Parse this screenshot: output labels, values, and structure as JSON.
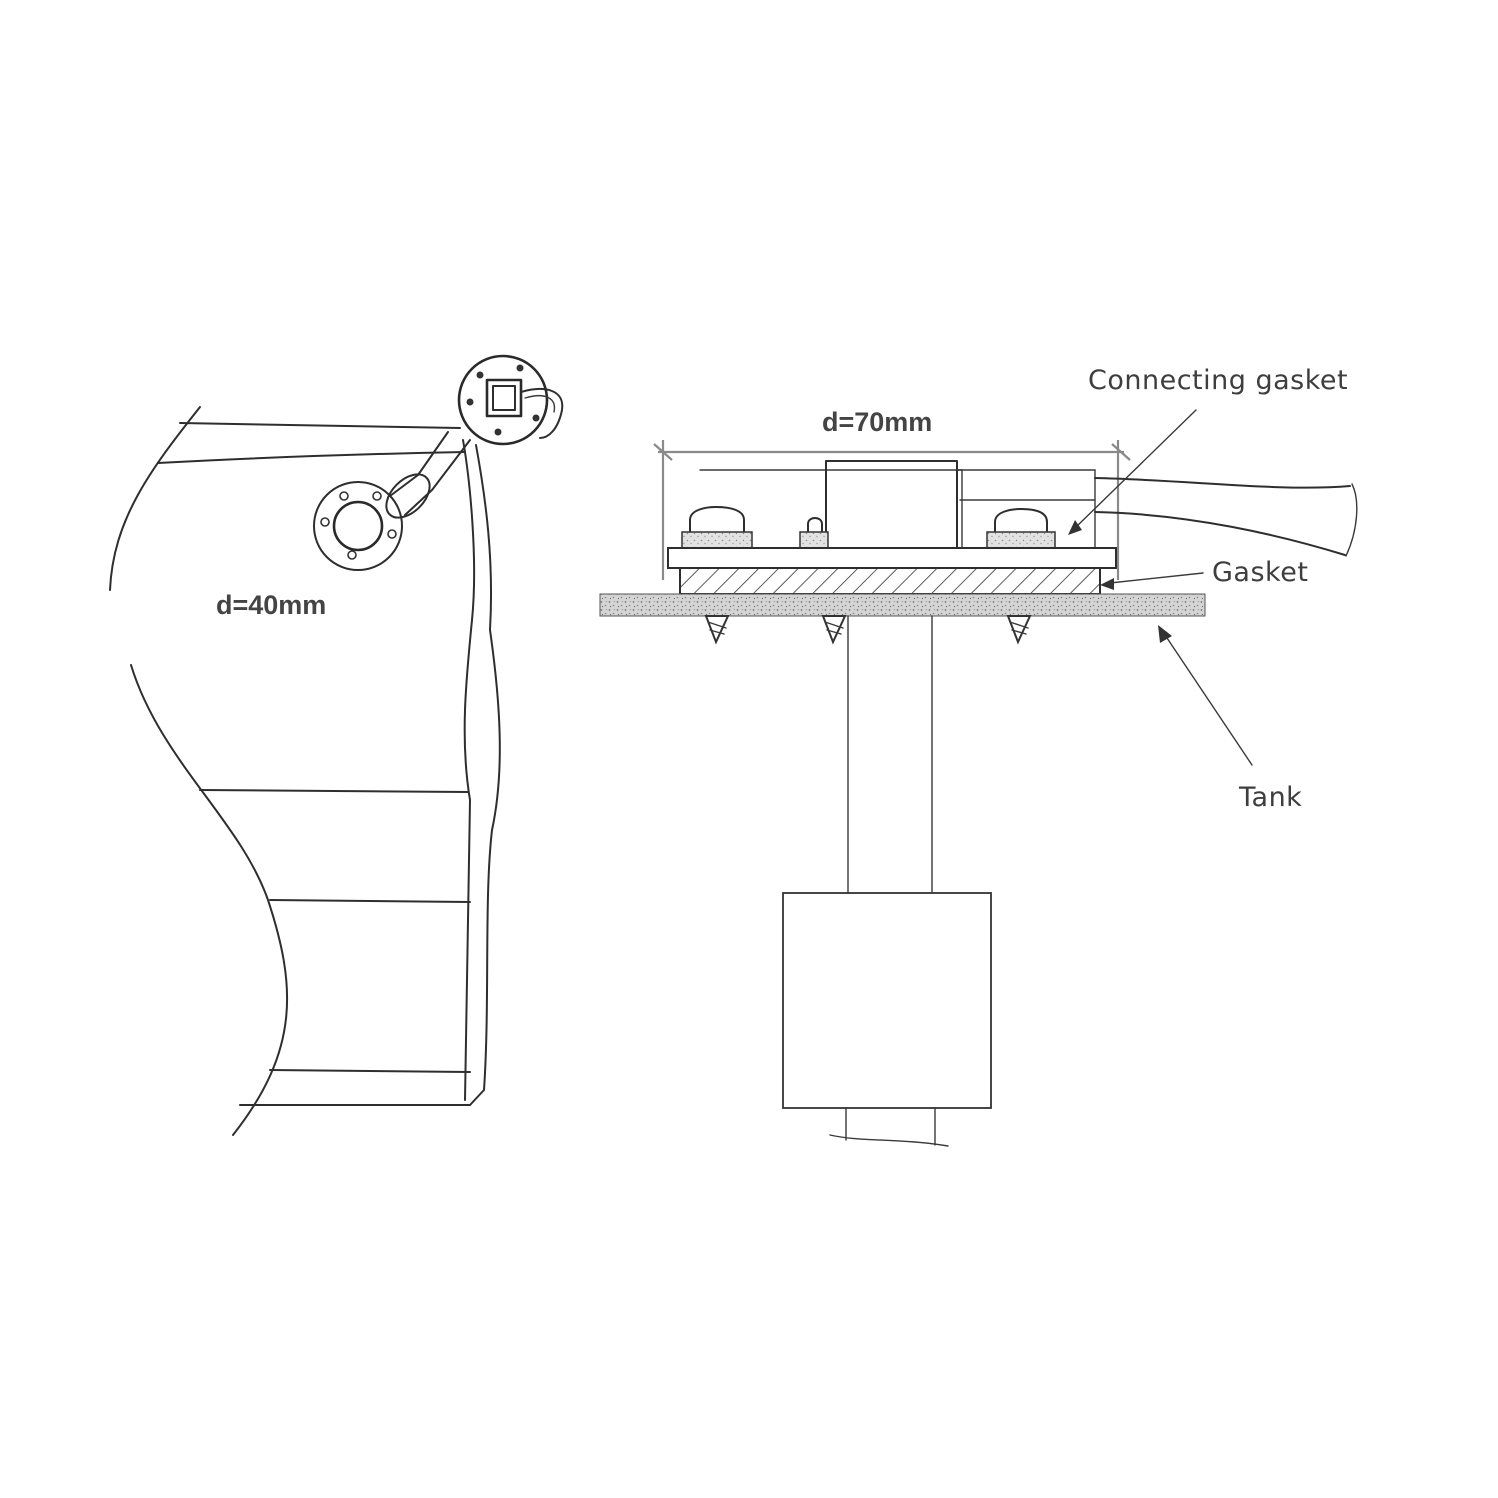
{
  "labels": {
    "left_diameter": "d=40mm",
    "right_diameter": "d=70mm",
    "connecting_gasket": "Connecting gasket",
    "gasket": "Gasket",
    "tank": "Tank"
  },
  "colors": {
    "line": "#2e2e2e",
    "text": "#3e3e3e",
    "background": "#ffffff"
  }
}
